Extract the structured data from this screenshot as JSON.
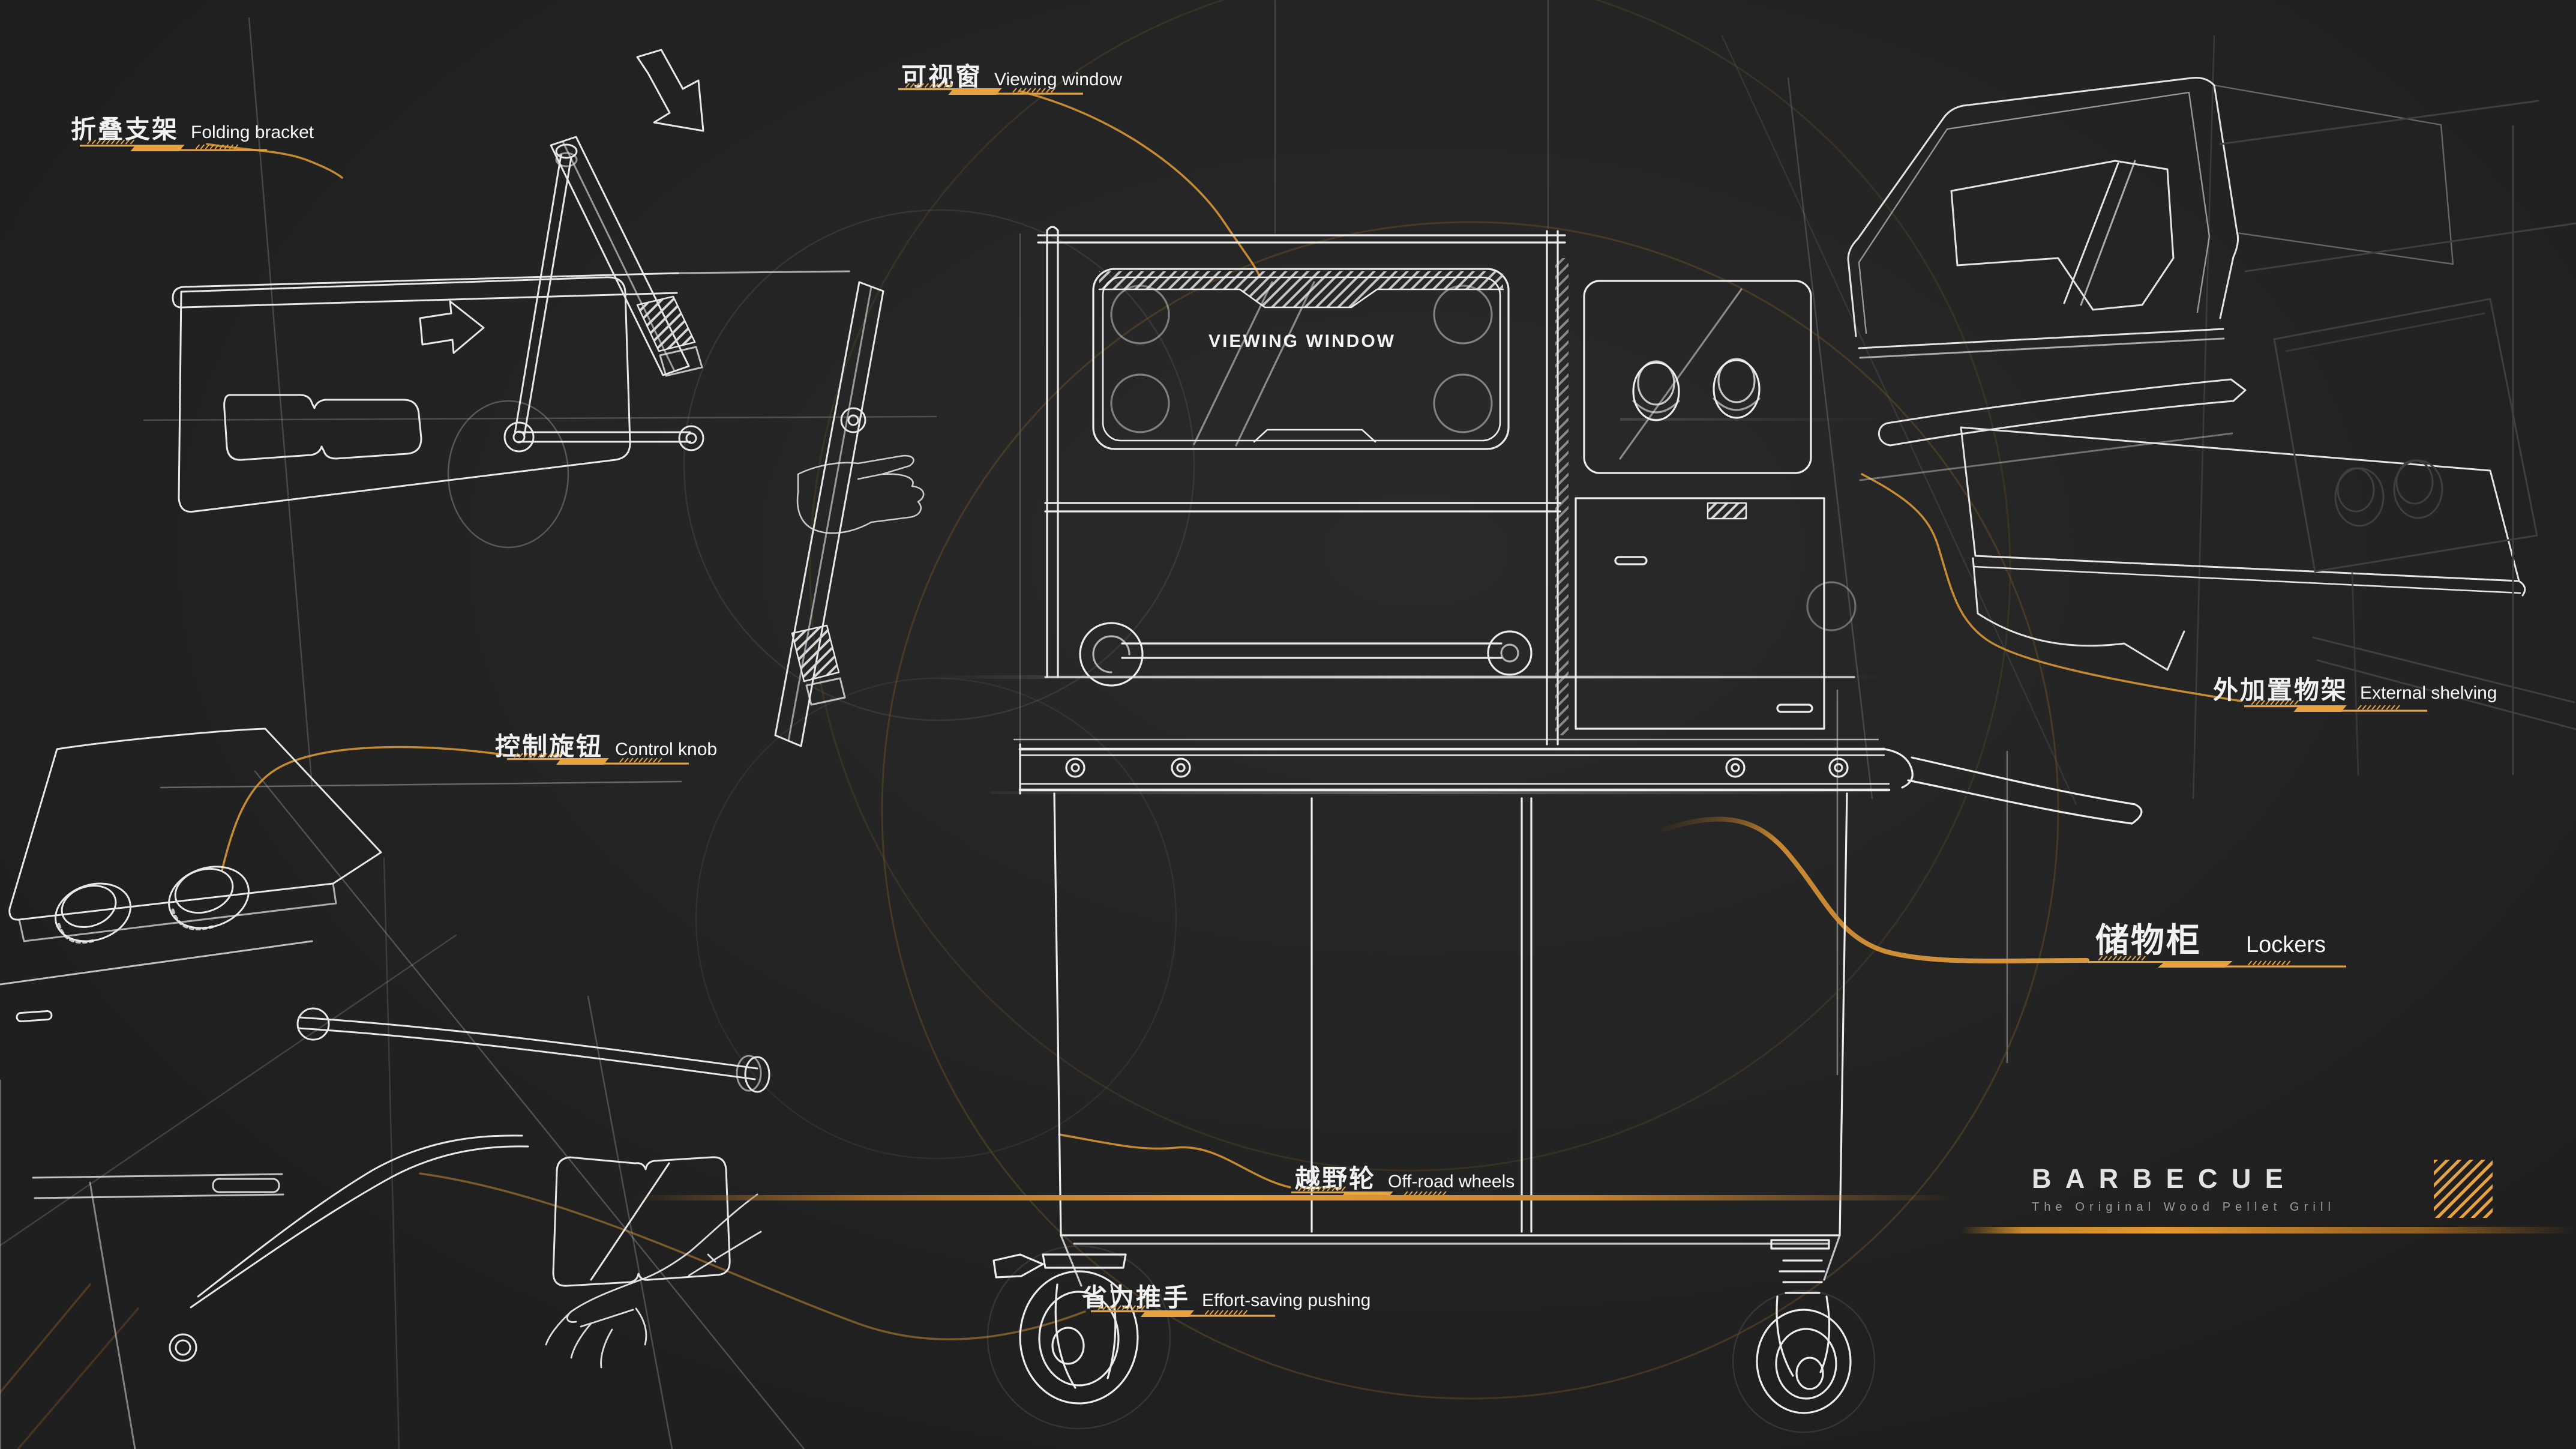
{
  "page": {
    "background": "#242424",
    "accent": "#E8A33F",
    "ink": "#ECECEC"
  },
  "annotations": {
    "folding_bracket": {
      "zh": "折叠支架",
      "en": "Folding bracket"
    },
    "viewing_window": {
      "zh": "可视窗",
      "en": "Viewing window"
    },
    "control_knob": {
      "zh": "控制旋钮",
      "en": "Control knob"
    },
    "external_shelving": {
      "zh": "外加置物架",
      "en": "External shelving"
    },
    "lockers": {
      "zh": "储物柜",
      "en": "Lockers"
    },
    "off_road_wheels": {
      "zh": "越野轮",
      "en": "Off-road wheels"
    },
    "effort_saving_pushing": {
      "zh": "省力推手",
      "en": "Effort-saving pushing"
    }
  },
  "sketch_callouts": {
    "viewing_window_panel": "VIEWING WINDOW"
  },
  "brand": {
    "name": "BARBECUE",
    "tagline": "The Original Wood Pellet Grill"
  }
}
